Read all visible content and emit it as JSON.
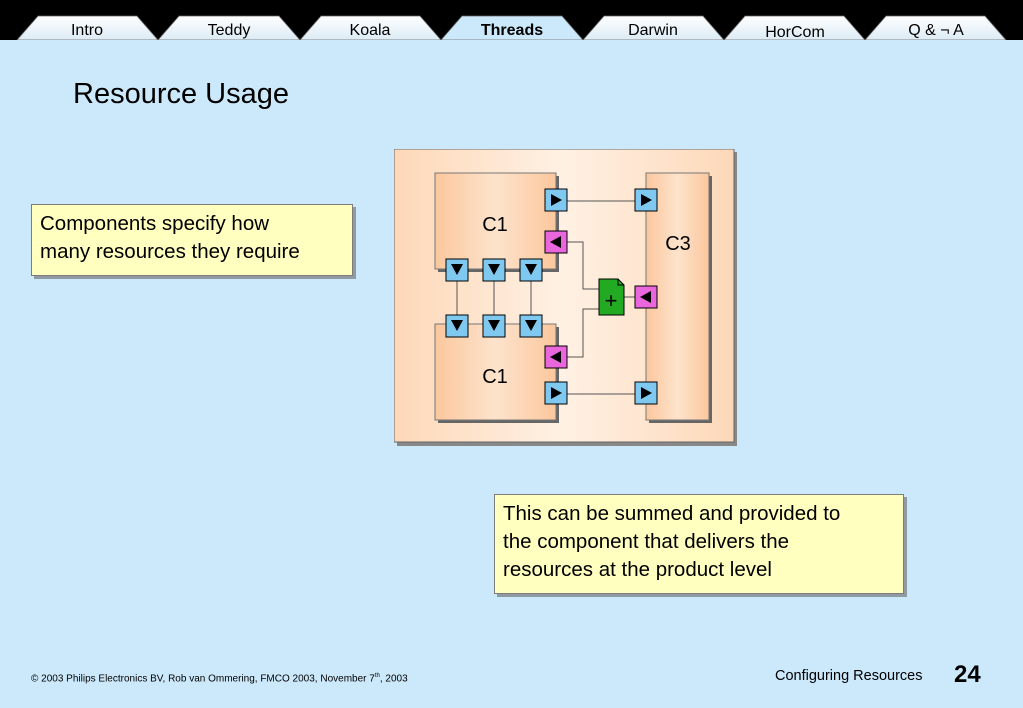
{
  "nav": {
    "tabs": [
      {
        "label": "Intro",
        "active": false
      },
      {
        "label": "Teddy",
        "active": false
      },
      {
        "label": "Koala",
        "active": false
      },
      {
        "label": "Threads",
        "active": true
      },
      {
        "label": "Darwin",
        "active": false
      },
      {
        "label": "HorCom",
        "active": false
      },
      {
        "label": "Q & ¬ A",
        "active": false
      }
    ]
  },
  "slide": {
    "title": "Resource Usage",
    "note1": {
      "line1": "Components specify how",
      "line2": "many resources they require"
    },
    "note2": {
      "line1": "This can be summed and provided to",
      "line2": "the component that delivers the",
      "line3": "resources at the product level"
    }
  },
  "diagram": {
    "c1_top": "C1",
    "c1_bottom": "C1",
    "c3": "C3",
    "adder_symbol": "+"
  },
  "footer": {
    "copyright_pre": "© 2003 Philips Electronics BV, Rob van Ommering, FMCO 2003, November 7",
    "copyright_sup": "th",
    "copyright_post": ", 2003",
    "section": "Configuring Resources",
    "page_number": "24"
  },
  "colors": {
    "background": "#cce9fb",
    "note_fill": "#ffffc0",
    "component_fill": "#fcd3b0",
    "port_blue": "#7fc8f0",
    "port_pink": "#ea66dd",
    "adder_green": "#22aa22"
  }
}
